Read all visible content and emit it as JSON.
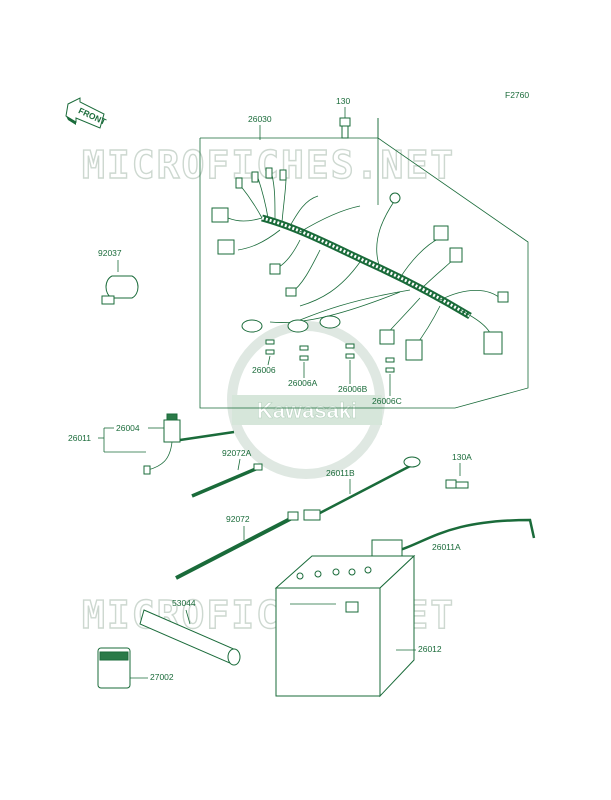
{
  "diagram_code": "F2760",
  "front_label": "FRONT",
  "watermark": "MICROFICHES.NET",
  "brand": "Kawasaki",
  "parts": {
    "p26030": "26030",
    "p130": "130",
    "p92037": "92037",
    "p26006": "26006",
    "p26006A": "26006A",
    "p26006B": "26006B",
    "p26006C": "26006C",
    "p26011": "26011",
    "p26004": "26004",
    "p92072A": "92072A",
    "p130A": "130A",
    "p26011B": "26011B",
    "p92072": "92072",
    "p26011A": "26011A",
    "p53044": "53044",
    "p26012": "26012",
    "p27002": "27002"
  },
  "colors": {
    "ink": "#1a6b3a",
    "watermark": "#cdd8d0"
  }
}
